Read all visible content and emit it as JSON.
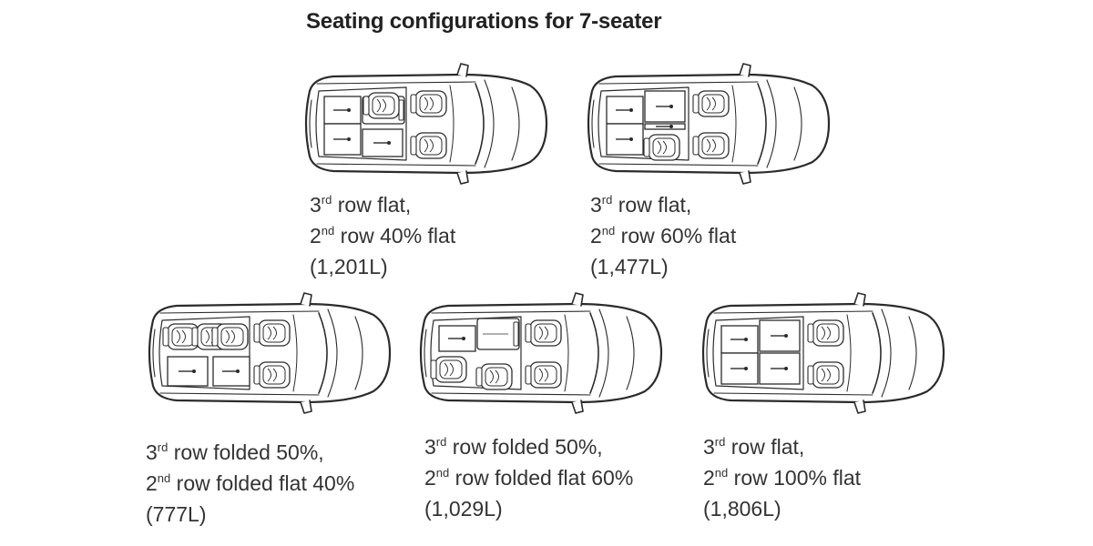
{
  "title": "Seating configurations for 7-seater",
  "configs": [
    {
      "row3": {
        "num": "3",
        "sup": "rd",
        "text": " row flat,"
      },
      "row2": {
        "num": "2",
        "sup": "nd",
        "text": " row 40% flat"
      },
      "capacity": "(1,201L)"
    },
    {
      "row3": {
        "num": "3",
        "sup": "rd",
        "text": " row flat,"
      },
      "row2": {
        "num": "2",
        "sup": "nd",
        "text": " row 60% flat"
      },
      "capacity": "(1,477L)"
    },
    {
      "row3": {
        "num": "3",
        "sup": "rd",
        "text": " row folded 50%,"
      },
      "row2": {
        "num": "2",
        "sup": "nd",
        "text": " row folded flat 40%"
      },
      "capacity": "(777L)"
    },
    {
      "row3": {
        "num": "3",
        "sup": "rd",
        "text": "  row folded 50%,"
      },
      "row2": {
        "num": "2",
        "sup": "nd",
        "text": " row folded flat 60%"
      },
      "capacity": "(1,029L)"
    },
    {
      "row3": {
        "num": "3",
        "sup": "rd",
        "text": " row flat,"
      },
      "row2": {
        "num": "2",
        "sup": "nd",
        "text": " row 100% flat"
      },
      "capacity": "(1,806L)"
    }
  ],
  "colors": {
    "line": "#2b2b2b",
    "text": "#333333",
    "fill": "#ffffff"
  }
}
